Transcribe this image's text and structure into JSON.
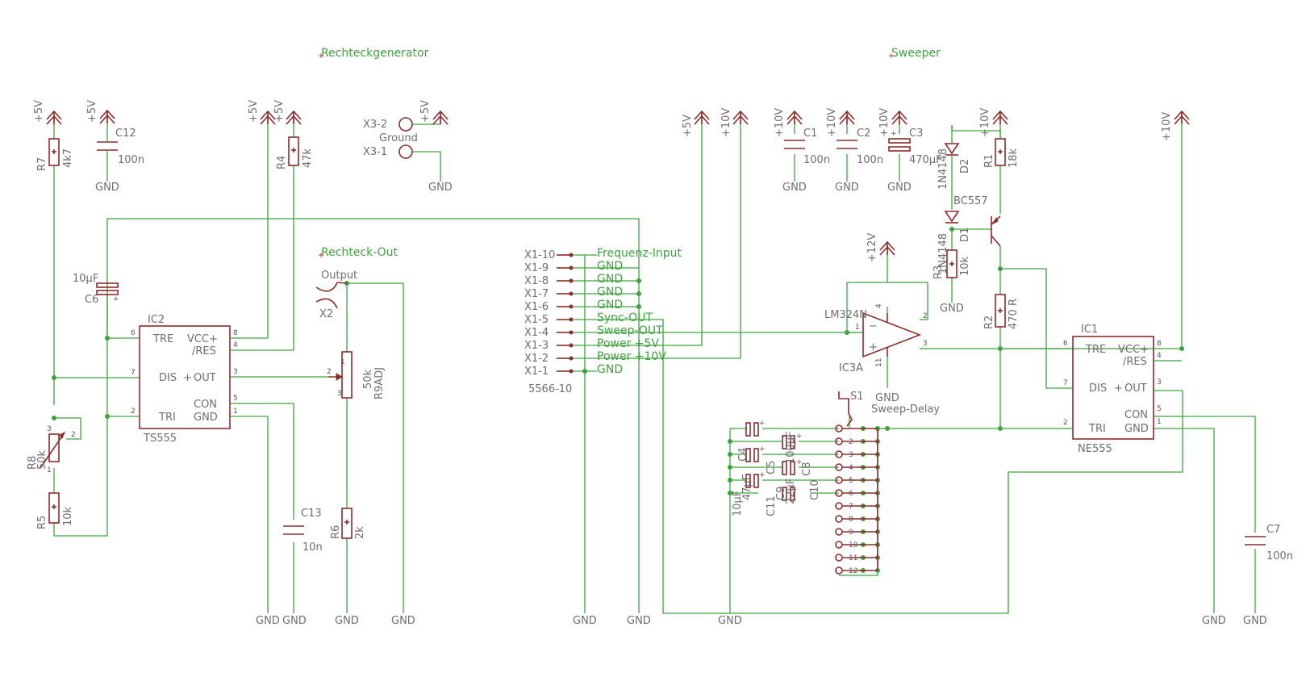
{
  "sections": {
    "rechteckgenerator": "Rechteckgenerator",
    "rechteck_out": "Rechteck-Out",
    "sweeper": "Sweeper"
  },
  "supply": {
    "p5": "+5V",
    "p10": "+10V",
    "p12": "+12V",
    "gnd": "GND"
  },
  "parts": {
    "R7": {
      "name": "R7",
      "value": "4k7"
    },
    "C12": {
      "name": "C12",
      "value": "100n"
    },
    "R4": {
      "name": "R4",
      "value": "47k"
    },
    "C6": {
      "name": "C6",
      "value": "10µF"
    },
    "IC2": {
      "name": "IC2",
      "type": "TS555",
      "pins_left": [
        "TRE",
        "DIS",
        "TRI"
      ],
      "pins_right": [
        "VCC+",
        "/RES",
        "OUT",
        "CON",
        "GND"
      ]
    },
    "R8": {
      "name": "R8",
      "value": "50k"
    },
    "R5": {
      "name": "R5",
      "value": "10k"
    },
    "C13": {
      "name": "C13",
      "value": "10n"
    },
    "R9ADJ": {
      "name": "R9ADJ",
      "value": "50k"
    },
    "R6": {
      "name": "R6",
      "value": "2k"
    },
    "X2": {
      "name": "X2",
      "label": "Output"
    },
    "X3": {
      "pin2": "X3-2",
      "pin1": "X3-1",
      "label": "Ground"
    },
    "X1": {
      "type": "5566-10",
      "pins": [
        "X1-10",
        "X1-9",
        "X1-8",
        "X1-7",
        "X1-6",
        "X1-5",
        "X1-4",
        "X1-3",
        "X1-2",
        "X1-1"
      ],
      "signals": [
        "Frequenz-Input",
        "GND",
        "GND",
        "GND",
        "GND",
        "Sync-OUT",
        "Sweep-OUT",
        "Power +5V",
        "Power +10V",
        "GND"
      ]
    },
    "C1": {
      "name": "C1",
      "value": "100n"
    },
    "C2": {
      "name": "C2",
      "value": "100n"
    },
    "C3": {
      "name": "C3",
      "value": "470µF"
    },
    "D2": {
      "name": "D2",
      "type": "1N4148"
    },
    "D1": {
      "name": "D1",
      "type": "1N4148"
    },
    "R1": {
      "name": "R1",
      "value": "18k"
    },
    "T": {
      "type": "BC557"
    },
    "R3": {
      "name": "R3",
      "value": "10k"
    },
    "R2": {
      "name": "R2",
      "value": "470 R"
    },
    "IC3": {
      "name": "IC3A",
      "type": "LM324N",
      "pin_top": "4",
      "pin_bot": "11"
    },
    "IC1": {
      "name": "IC1",
      "type": "NE555",
      "pins_left": [
        "TRE",
        "DIS",
        "TRI"
      ],
      "pins_right": [
        "VCC+",
        "/RES",
        "OUT",
        "CON",
        "GND"
      ]
    },
    "C7": {
      "name": "C7",
      "value": "100n"
    },
    "S1": {
      "name": "S1",
      "label": "Sweep-Delay",
      "positions": [
        "1",
        "2",
        "3",
        "4",
        "5",
        "6",
        "7",
        "8",
        "9",
        "10",
        "11",
        "12"
      ]
    },
    "C4": {
      "name": "C4",
      "value": "10µF"
    },
    "C5": {
      "name": "C5",
      "value": "47µF"
    },
    "C8": {
      "name": "C8",
      "value": "100µF"
    },
    "C9": {
      "name": "C9",
      "value": "22µF"
    },
    "C10": {
      "name": "C10",
      "value": "22µF"
    },
    "C11": {
      "name": "C11",
      "value": "4µF"
    }
  }
}
